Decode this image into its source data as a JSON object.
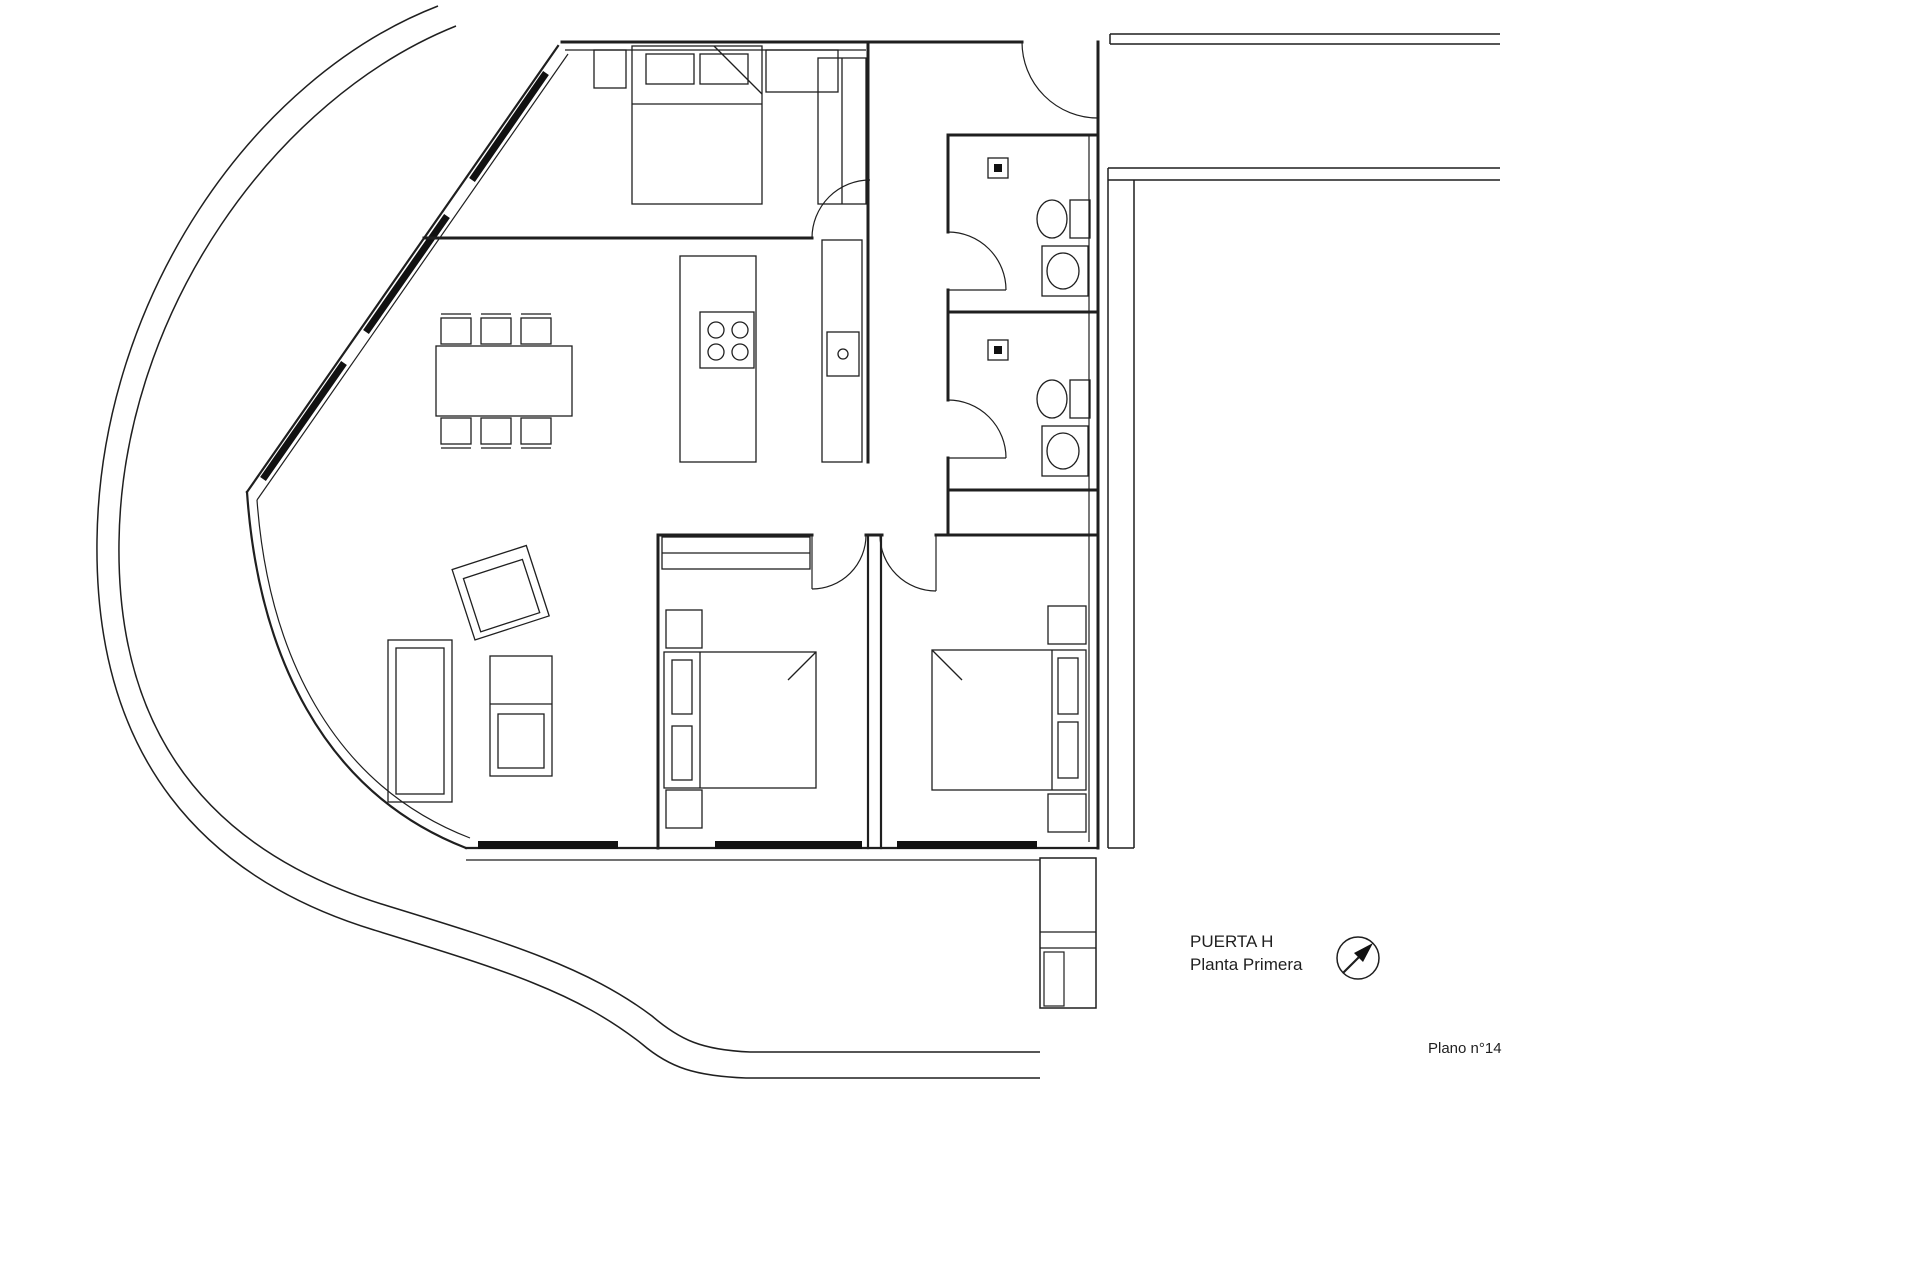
{
  "title_block": {
    "door_label": "PUERTA H",
    "floor_label": "Planta Primera",
    "north_icon": "north-arrow-icon"
  },
  "sheet": {
    "number_label": "Plano n°14"
  },
  "colors": {
    "line": "#1f1f1f",
    "window_fill": "#111111",
    "background": "#ffffff"
  }
}
